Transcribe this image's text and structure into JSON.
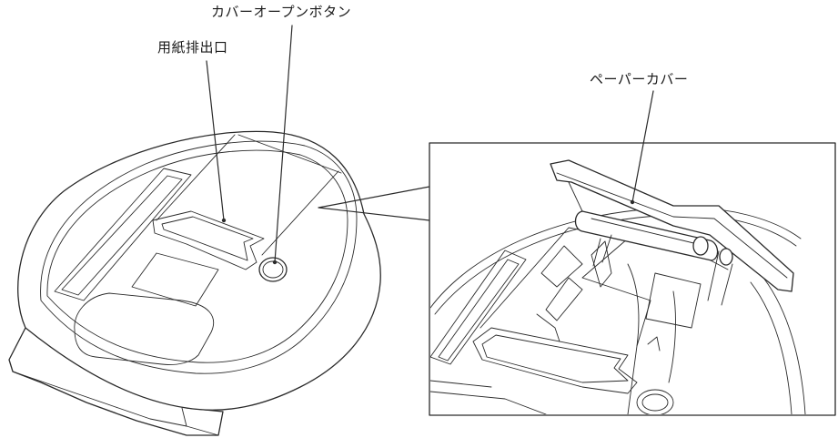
{
  "labels": {
    "cover_open_button": "カバーオープンボタン",
    "paper_outlet": "用紙排出口",
    "paper_cover": "ペーパーカバー"
  }
}
